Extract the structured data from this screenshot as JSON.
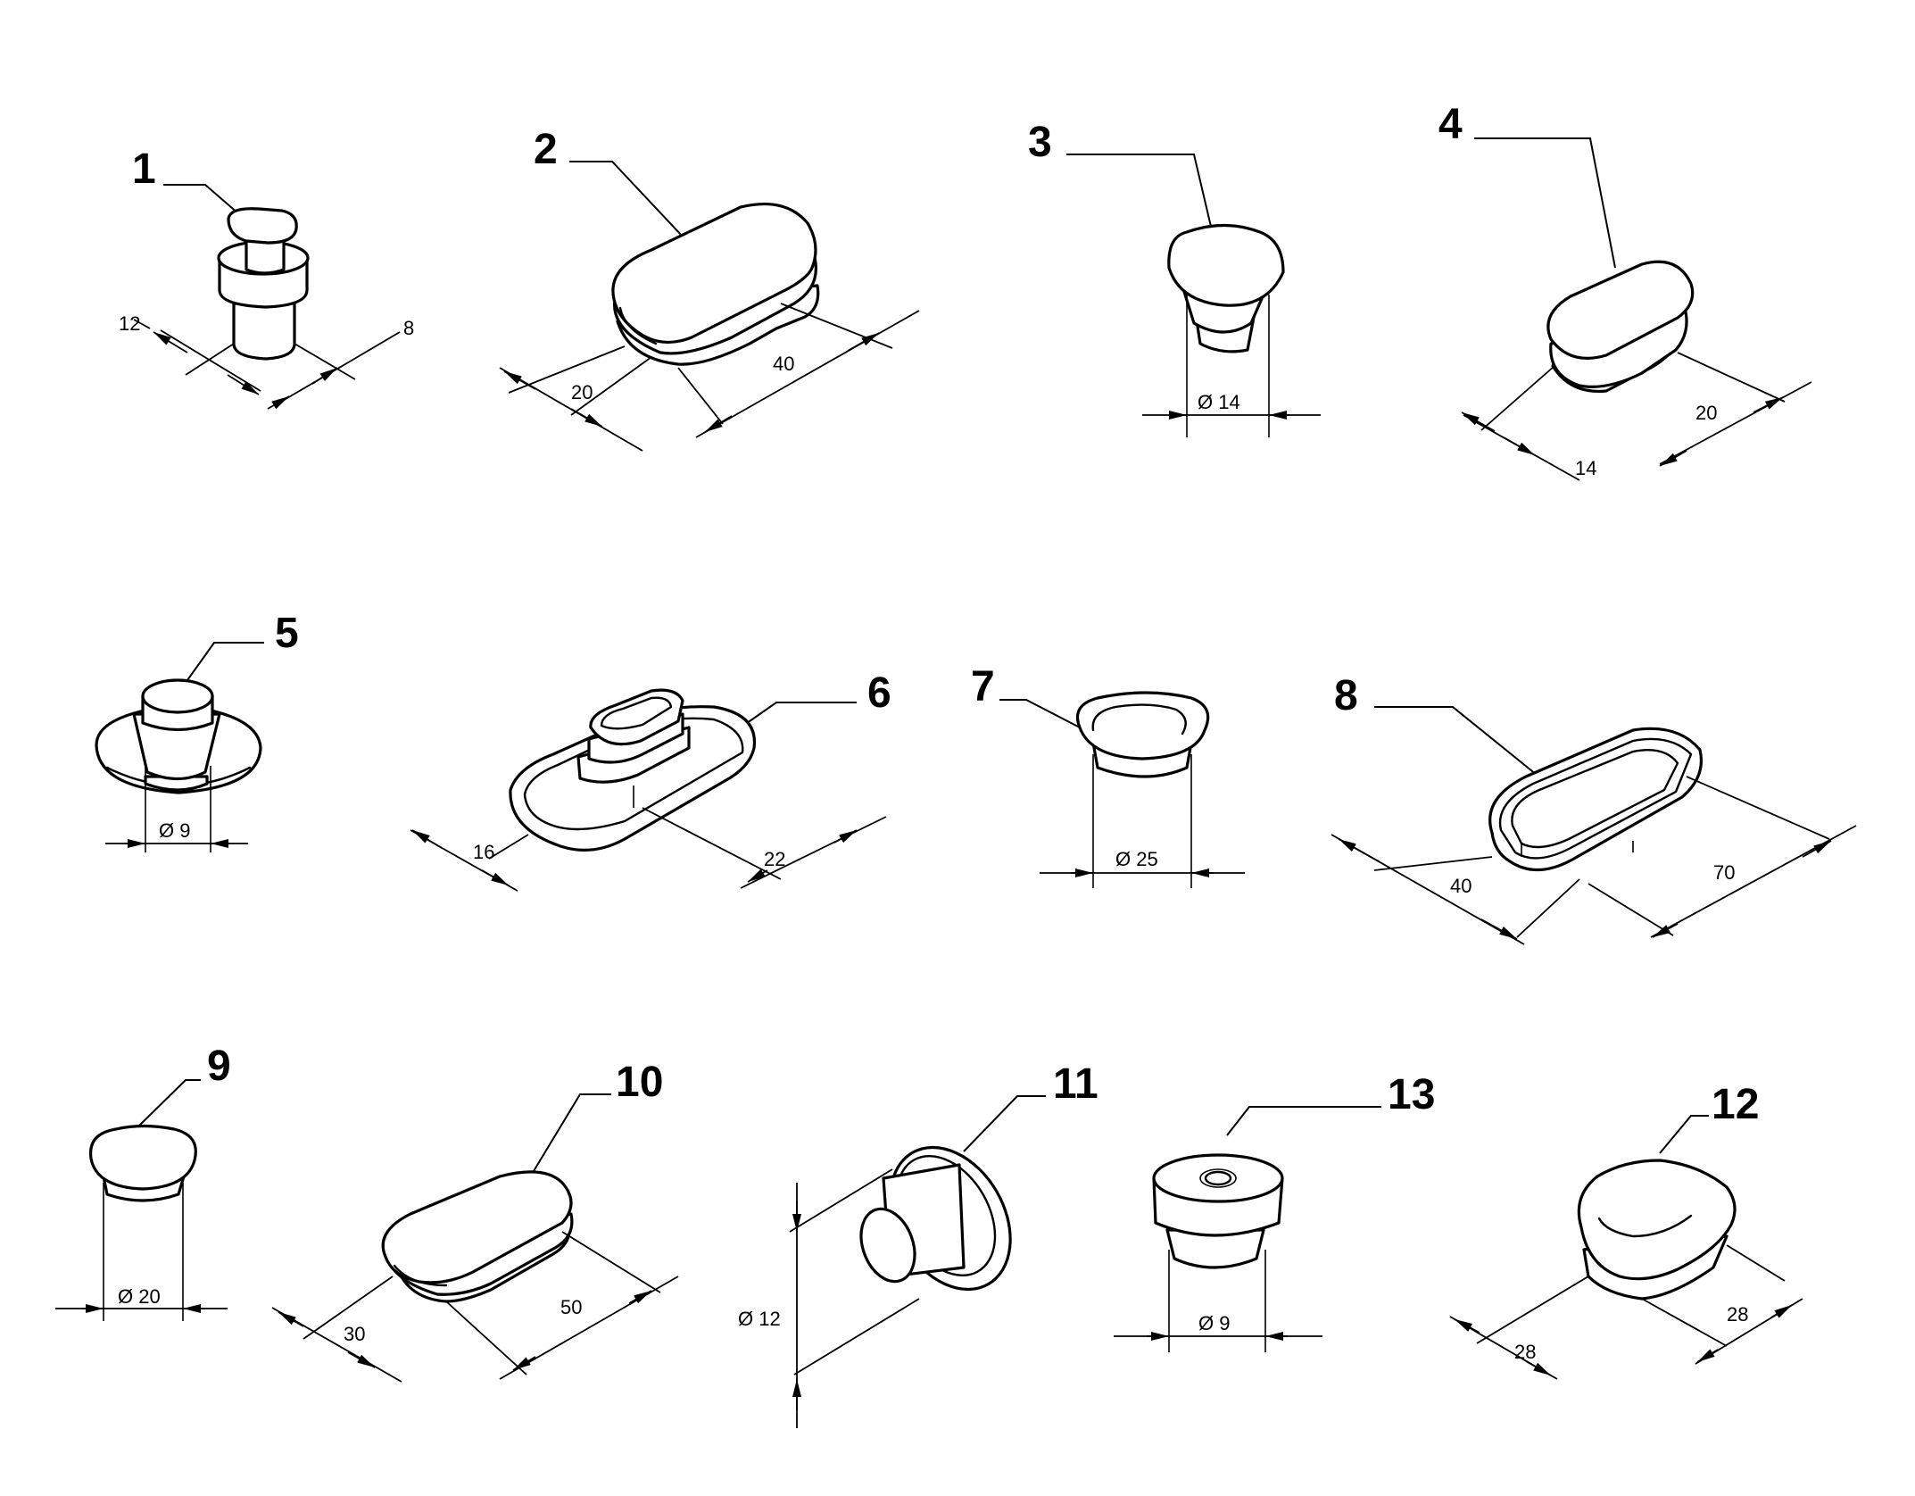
{
  "parts": [
    {
      "id": "part-1",
      "callout": "1",
      "dims": [
        "12",
        "8"
      ]
    },
    {
      "id": "part-2",
      "callout": "2",
      "dims": [
        "20",
        "40"
      ]
    },
    {
      "id": "part-3",
      "callout": "3",
      "dims": [
        "Ø 14"
      ]
    },
    {
      "id": "part-4",
      "callout": "4",
      "dims": [
        "14",
        "20"
      ]
    },
    {
      "id": "part-5",
      "callout": "5",
      "dims": [
        "Ø 9"
      ]
    },
    {
      "id": "part-6",
      "callout": "6",
      "dims": [
        "16",
        "22"
      ]
    },
    {
      "id": "part-7",
      "callout": "7",
      "dims": [
        "Ø 25"
      ]
    },
    {
      "id": "part-8",
      "callout": "8",
      "dims": [
        "40",
        "70"
      ]
    },
    {
      "id": "part-9",
      "callout": "9",
      "dims": [
        "Ø 20"
      ]
    },
    {
      "id": "part-10",
      "callout": "10",
      "dims": [
        "30",
        "50"
      ]
    },
    {
      "id": "part-11",
      "callout": "11",
      "dims": [
        "Ø 12"
      ]
    },
    {
      "id": "part-13",
      "callout": "13",
      "dims": [
        "Ø 9"
      ]
    },
    {
      "id": "part-12",
      "callout": "12",
      "dims": [
        "28",
        "28"
      ]
    }
  ]
}
